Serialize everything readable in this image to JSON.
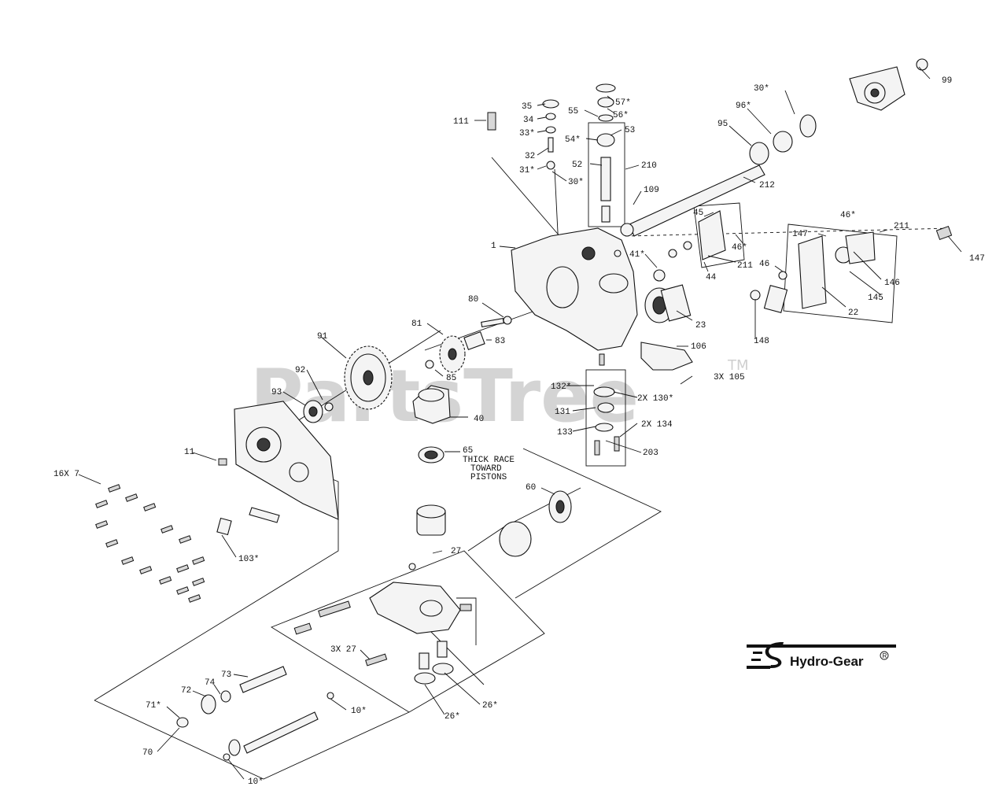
{
  "watermark": {
    "text": "PartsTree",
    "trademark": "TM"
  },
  "brand": {
    "name": "Hydro-Gear",
    "registered_mark": "R"
  },
  "callouts": [
    {
      "id": "111",
      "text": "111"
    },
    {
      "id": "35",
      "text": "35"
    },
    {
      "id": "34",
      "text": "34"
    },
    {
      "id": "33",
      "text": "33*"
    },
    {
      "id": "32",
      "text": "32"
    },
    {
      "id": "31",
      "text": "31*"
    },
    {
      "id": "30a",
      "text": "30*"
    },
    {
      "id": "57",
      "text": "57*"
    },
    {
      "id": "55",
      "text": "55"
    },
    {
      "id": "56",
      "text": "56*"
    },
    {
      "id": "54",
      "text": "54*"
    },
    {
      "id": "53",
      "text": "53"
    },
    {
      "id": "52",
      "text": "52"
    },
    {
      "id": "210",
      "text": "210"
    },
    {
      "id": "30b",
      "text": "30*"
    },
    {
      "id": "96",
      "text": "96*"
    },
    {
      "id": "95",
      "text": "95"
    },
    {
      "id": "99",
      "text": "99"
    },
    {
      "id": "212",
      "text": "212"
    },
    {
      "id": "109",
      "text": "109"
    },
    {
      "id": "45",
      "text": "45"
    },
    {
      "id": "46a",
      "text": "46*"
    },
    {
      "id": "46b",
      "text": "46*"
    },
    {
      "id": "147a",
      "text": "147"
    },
    {
      "id": "211a",
      "text": "211"
    },
    {
      "id": "147b",
      "text": "147"
    },
    {
      "id": "1",
      "text": "1"
    },
    {
      "id": "41",
      "text": "41*"
    },
    {
      "id": "211b",
      "text": "211"
    },
    {
      "id": "44",
      "text": "44"
    },
    {
      "id": "46c",
      "text": "46"
    },
    {
      "id": "146",
      "text": "146"
    },
    {
      "id": "145",
      "text": "145"
    },
    {
      "id": "22",
      "text": "22"
    },
    {
      "id": "148",
      "text": "148"
    },
    {
      "id": "23",
      "text": "23"
    },
    {
      "id": "80",
      "text": "80"
    },
    {
      "id": "81",
      "text": "81"
    },
    {
      "id": "83",
      "text": "83"
    },
    {
      "id": "91",
      "text": "91"
    },
    {
      "id": "106",
      "text": "106"
    },
    {
      "id": "85",
      "text": "85"
    },
    {
      "id": "3x105",
      "text": "3X 105"
    },
    {
      "id": "132",
      "text": "132*"
    },
    {
      "id": "92",
      "text": "92"
    },
    {
      "id": "2x130",
      "text": "2X 130*"
    },
    {
      "id": "93",
      "text": "93"
    },
    {
      "id": "131",
      "text": "131"
    },
    {
      "id": "40",
      "text": "40"
    },
    {
      "id": "2x134",
      "text": "2X 134"
    },
    {
      "id": "133",
      "text": "133"
    },
    {
      "id": "203",
      "text": "203"
    },
    {
      "id": "11",
      "text": "11"
    },
    {
      "id": "65",
      "text": "65"
    },
    {
      "id": "thick1",
      "text": "THICK RACE"
    },
    {
      "id": "thick2",
      "text": "TOWARD"
    },
    {
      "id": "thick3",
      "text": "PISTONS"
    },
    {
      "id": "16x7",
      "text": "16X 7"
    },
    {
      "id": "60",
      "text": "60"
    },
    {
      "id": "103",
      "text": "103*"
    },
    {
      "id": "27",
      "text": "27"
    },
    {
      "id": "3x27",
      "text": "3X 27"
    },
    {
      "id": "73",
      "text": "73"
    },
    {
      "id": "74",
      "text": "74"
    },
    {
      "id": "72",
      "text": "72"
    },
    {
      "id": "71",
      "text": "71*"
    },
    {
      "id": "10a",
      "text": "10*"
    },
    {
      "id": "70",
      "text": "70"
    },
    {
      "id": "26a",
      "text": "26*"
    },
    {
      "id": "26b",
      "text": "26*"
    },
    {
      "id": "10b",
      "text": "10*"
    }
  ]
}
